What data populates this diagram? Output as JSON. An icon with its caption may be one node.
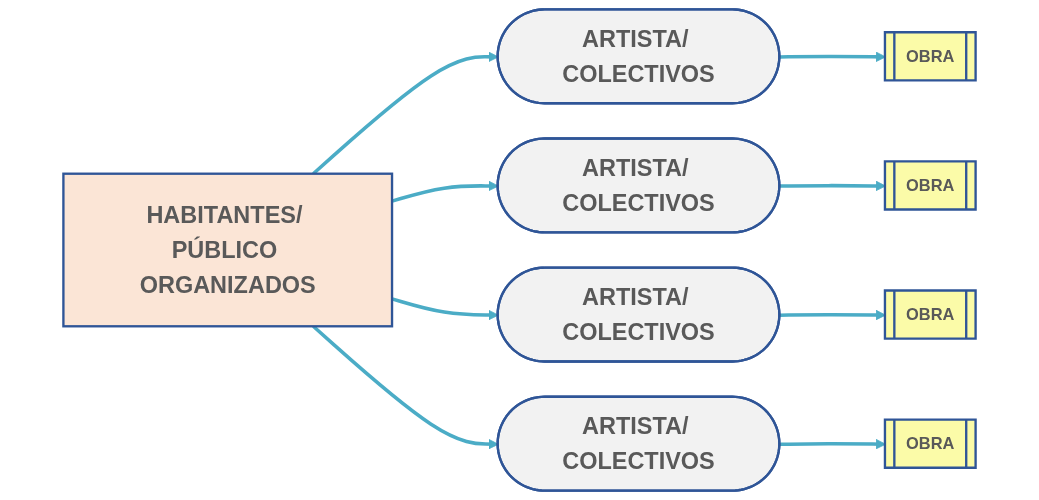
{
  "diagram": {
    "nodes": [
      {
        "text": [
          "HABITANTES/ PÚBLICO ORGANIZADOS"
        ]
      },
      {
        "text": [
          "ARTISTA/ COLECTIVOS"
        ]
      },
      {
        "text": [
          "ARTISTA/ COLECTIVOS"
        ]
      },
      {
        "text": [
          "ARTISTA/ COLECTIVOS"
        ]
      },
      {
        "text": [
          "ARTISTA/ COLECTIVOS"
        ]
      },
      {
        "text": [
          "OBRA"
        ]
      },
      {
        "text": [
          "OBRA"
        ]
      },
      {
        "text": [
          "OBRA"
        ]
      },
      {
        "text": [
          "OBRA"
        ]
      }
    ],
    "edges": [
      {
        "from": 0,
        "to": 1,
        "arrow": "to"
      },
      {
        "from": 0,
        "to": 2,
        "arrow": "to"
      },
      {
        "from": 0,
        "to": 3,
        "arrow": "to"
      },
      {
        "from": 0,
        "to": 4,
        "arrow": "to"
      },
      {
        "from": 1,
        "to": 5,
        "arrow": "to"
      },
      {
        "from": 2,
        "to": 6,
        "arrow": "to"
      },
      {
        "from": 3,
        "to": 7,
        "arrow": "to"
      },
      {
        "from": 4,
        "to": 8,
        "arrow": "to"
      }
    ]
  }
}
